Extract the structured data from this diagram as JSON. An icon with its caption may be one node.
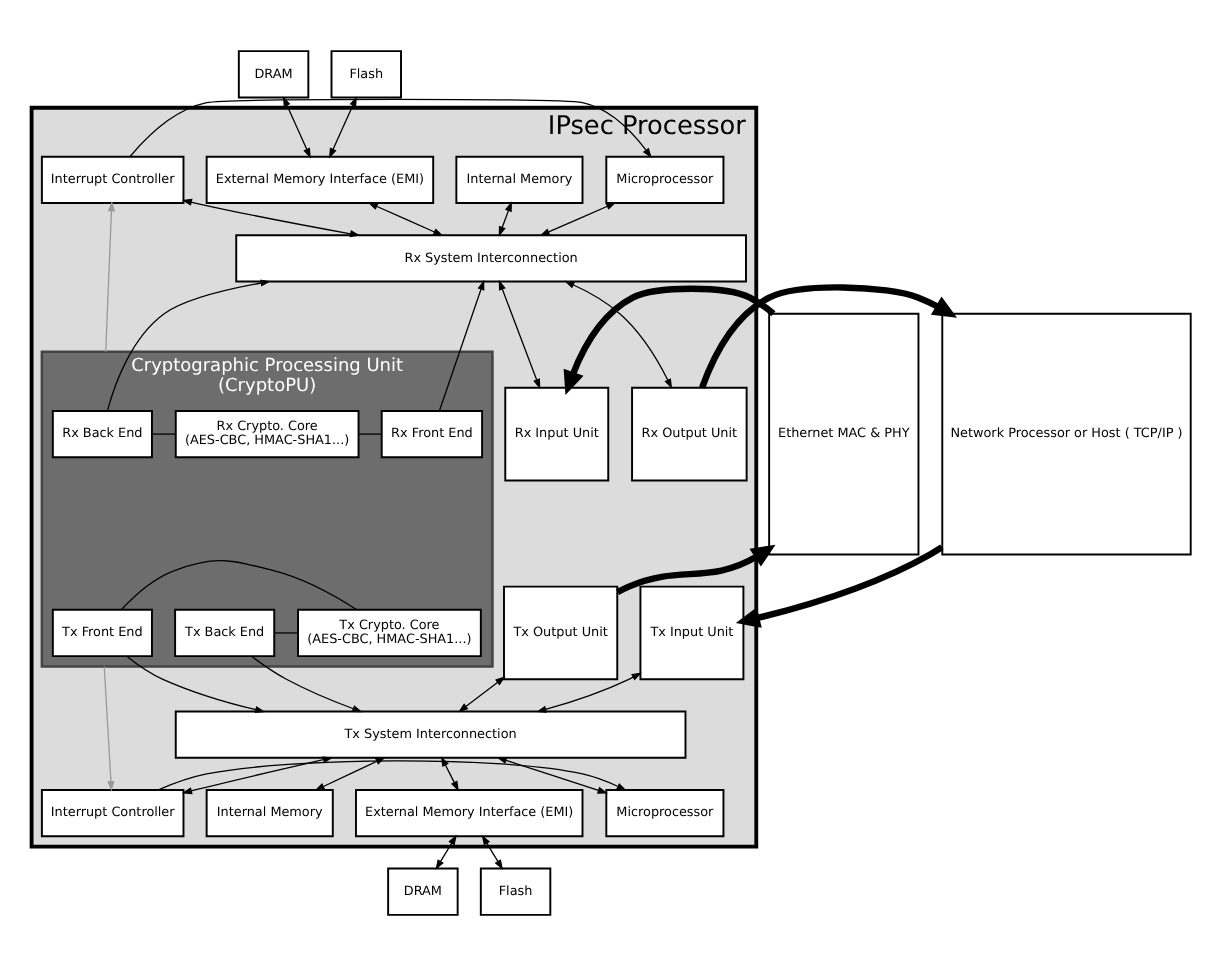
{
  "diagram": {
    "nodes": [
      {
        "text": [
          "Ethernet MAC & PHY"
        ]
      },
      {
        "text": [
          "IPsec Processor"
        ]
      },
      {
        "text": [
          "DRAM"
        ]
      },
      {
        "text": [
          "Flash"
        ]
      },
      {
        "text": [
          "External Memory Interface (EMI)"
        ],
        "in": 1
      },
      {
        "text": [
          "Microprocessor"
        ],
        "in": 1
      },
      {
        "text": [
          "Interrupt Controller"
        ],
        "in": 1
      },
      {
        "text": [
          "Internal Memory"
        ],
        "in": 1
      },
      {
        "text": [
          "Rx System Interconnection"
        ],
        "in": 1
      },
      {
        "text": [
          "Rx Input Unit"
        ],
        "in": 1
      },
      {
        "text": [
          "Rx Output Unit"
        ],
        "in": 1
      },
      {
        "text": [
          "Cryptographic Processing Unit (CryptoPU)"
        ],
        "in": 1
      },
      {
        "text": [
          "Rx Front End"
        ],
        "in": 11
      },
      {
        "text": [
          "Rx Crypto. Core",
          "(AES-CBC, HMAC-SHA1...)"
        ],
        "in": 11
      },
      {
        "text": [
          "Rx Back End"
        ],
        "in": 11
      },
      {
        "text": [
          "Tx Back End"
        ],
        "in": 11
      },
      {
        "text": [
          "Tx Crypto. Core",
          "(AES-CBC, HMAC-SHA1...)"
        ],
        "in": 11
      },
      {
        "text": [
          "Tx Front End"
        ],
        "in": 11
      },
      {
        "text": [
          "Tx System Interconnection"
        ],
        "in": 1
      },
      {
        "text": [
          "Tx Output Unit"
        ],
        "in": 1
      },
      {
        "text": [
          "Tx Input Unit"
        ],
        "in": 1
      },
      {
        "text": [
          "External Memory Interface (EMI)"
        ],
        "in": 1
      },
      {
        "text": [
          "Microprocessor"
        ],
        "in": 1
      },
      {
        "text": [
          "Interrupt Controller"
        ],
        "in": 1
      },
      {
        "text": [
          "Internal Memory"
        ],
        "in": 1
      },
      {
        "text": [
          "DRAM"
        ]
      },
      {
        "text": [
          "Flash"
        ]
      },
      {
        "text": [
          "Network Processor or Host ( TCP/IP )"
        ]
      }
    ],
    "edges": [
      {
        "from": 2,
        "to": 4,
        "arrow": "both"
      },
      {
        "from": 3,
        "to": 4,
        "arrow": "both"
      },
      {
        "from": 6,
        "to": 5,
        "arrow": "to"
      },
      {
        "from": 4,
        "to": 8,
        "arrow": "both"
      },
      {
        "from": 5,
        "to": 8,
        "arrow": "both"
      },
      {
        "from": 6,
        "to": 8,
        "arrow": "both"
      },
      {
        "from": 7,
        "to": 8,
        "arrow": "both"
      },
      {
        "from": 11,
        "to": 6,
        "arrow": "to",
        "color": "#999999"
      },
      {
        "from": 0,
        "to": 9,
        "arrow": "to",
        "style": "thick"
      },
      {
        "from": 9,
        "to": 8,
        "arrow": "both"
      },
      {
        "from": 12,
        "to": 8,
        "arrow": "to"
      },
      {
        "from": 12,
        "to": 13,
        "arrow": "none"
      },
      {
        "from": 13,
        "to": 14,
        "arrow": "none"
      },
      {
        "from": 14,
        "to": 8,
        "arrow": "to"
      },
      {
        "from": 8,
        "to": 10,
        "arrow": "both"
      },
      {
        "from": 10,
        "to": 27,
        "arrow": "to",
        "style": "thick"
      },
      {
        "from": 27,
        "to": 20,
        "arrow": "to",
        "style": "thick"
      },
      {
        "from": 20,
        "to": 18,
        "arrow": "both"
      },
      {
        "from": 17,
        "to": 18,
        "arrow": "to"
      },
      {
        "from": 16,
        "to": 17,
        "arrow": "none"
      },
      {
        "from": 15,
        "to": 16,
        "arrow": "none"
      },
      {
        "from": 15,
        "to": 18,
        "arrow": "to"
      },
      {
        "from": 18,
        "to": 19,
        "arrow": "both"
      },
      {
        "from": 19,
        "to": 0,
        "arrow": "to",
        "style": "thick"
      },
      {
        "from": 18,
        "to": 21,
        "arrow": "both"
      },
      {
        "from": 18,
        "to": 22,
        "arrow": "both"
      },
      {
        "from": 18,
        "to": 23,
        "arrow": "both"
      },
      {
        "from": 18,
        "to": 24,
        "arrow": "both"
      },
      {
        "from": 23,
        "to": 22,
        "arrow": "to"
      },
      {
        "from": 11,
        "to": 23,
        "arrow": "to",
        "color": "#999999"
      },
      {
        "from": 21,
        "to": 25,
        "arrow": "both"
      },
      {
        "from": 21,
        "to": 26,
        "arrow": "both"
      }
    ]
  }
}
